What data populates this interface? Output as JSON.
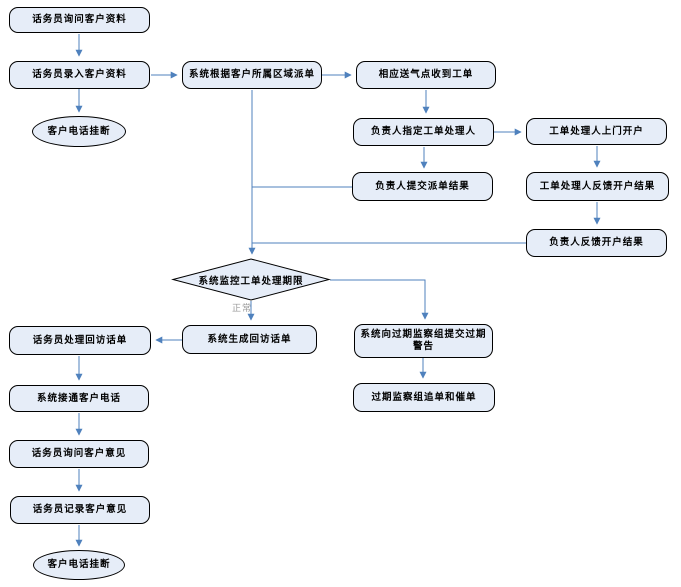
{
  "diagram": {
    "background": "#ffffff",
    "node_fill": "#e6edf8",
    "node_border": "#000000",
    "connector_color": "#4f81bd",
    "edge_label_color": "#9a9a9a"
  },
  "nodes": {
    "ask_info": "话务员询问客户资料",
    "enter_info": "话务员录入客户资料",
    "hangup_top": "客户电话挂断",
    "dispatch_by_region": "系统根据客户所属区域派单",
    "station_receive_order": "相应送气点收到工单",
    "assign_handler": "负责人指定工单处理人",
    "handler_visit_open": "工单处理人上门开户",
    "submit_dispatch_result": "负责人提交派单结果",
    "handler_feedback_result": "工单处理人反馈开户结果",
    "leader_feedback_result": "负责人反馈开户结果",
    "monitor_deadline": "系统监控工单处理期限",
    "handle_callback_sheet": "话务员处理回访话单",
    "generate_callback_sheet": "系统生成回访话单",
    "overdue_warning": "系统向过期监察组提交过期警告",
    "overdue_chase": "过期监察组追单和催单",
    "connect_customer_call": "系统接通客户电话",
    "ask_opinion": "话务员询问客户意见",
    "record_opinion": "话务员记录客户意见",
    "hangup_bottom": "客户电话挂断"
  },
  "edge_labels": {
    "normal": "正常"
  }
}
